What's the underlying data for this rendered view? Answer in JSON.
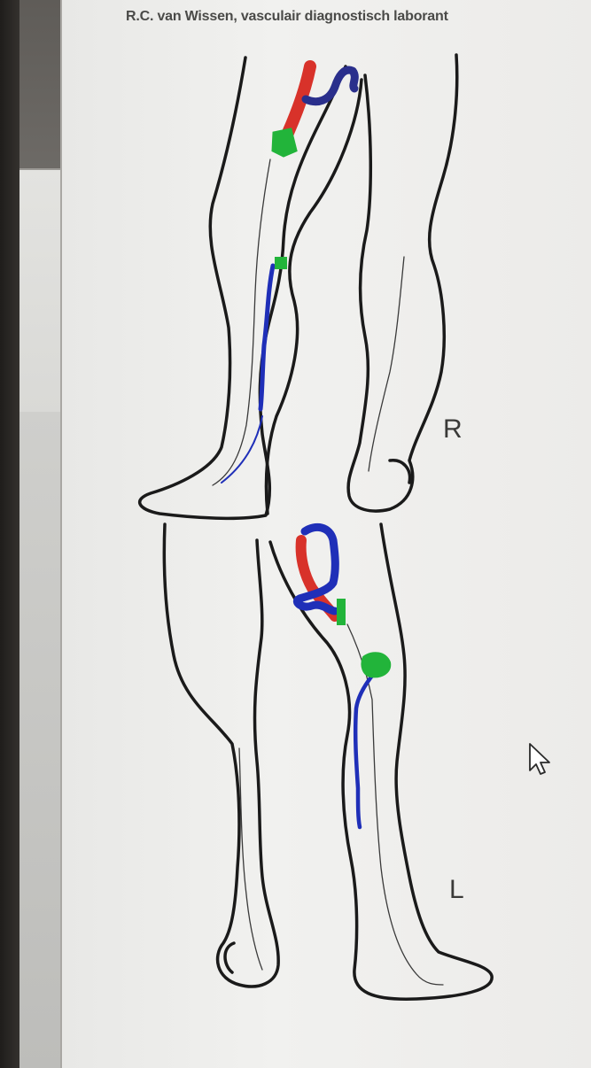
{
  "header": {
    "text": "R.C. van Wissen, vasculair diagnostisch laborant"
  },
  "labels": {
    "right_leg": "R",
    "left_leg": "L"
  },
  "colors": {
    "outline": "#1a1a1a",
    "vein_line": "#3a3a3a",
    "marker_red": "#d8322a",
    "marker_blue": "#1f2fb8",
    "marker_navy": "#2a2f8c",
    "marker_green": "#22b43a"
  },
  "icons": {
    "cursor": "mouse-pointer-icon"
  }
}
